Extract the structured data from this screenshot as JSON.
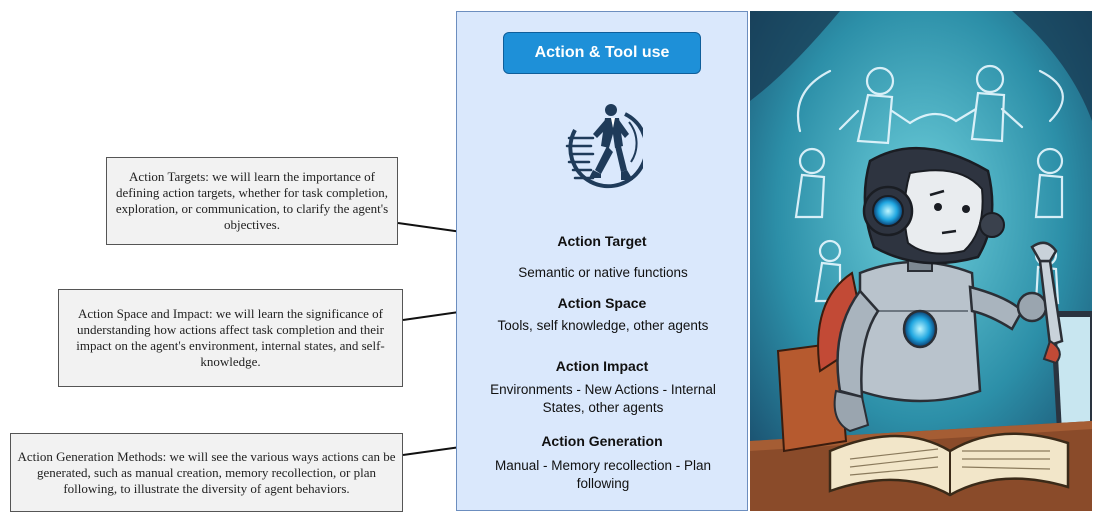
{
  "panel": {
    "title": "Action & Tool use",
    "sections": [
      {
        "heading": "Action Target",
        "description": "Semantic or native functions"
      },
      {
        "heading": "Action Space",
        "description": "Tools, self knowledge, other agents"
      },
      {
        "heading": "Action Impact",
        "description": "Environments - New Actions - Internal States, other agents"
      },
      {
        "heading": "Action Generation",
        "description": "Manual - Memory recollection - Plan following"
      }
    ]
  },
  "notes": [
    {
      "text": "Action Targets: we will learn the importance of defining action targets, whether for task completion, exploration, or communication, to clarify the agent's objectives."
    },
    {
      "text": "Action Space and Impact: we will learn the significance of understanding how actions affect task completion and their impact on the agent's environment, internal states, and self-knowledge."
    },
    {
      "text": "Action Generation Methods: we will see the various ways actions can be generated, such as manual creation, memory recollection, or plan following, to illustrate the diversity of agent behaviors."
    }
  ],
  "colors": {
    "panel_bg": "#dae8fc",
    "panel_border": "#6c8ebf",
    "button": "#1e90d8",
    "note_bg": "#f2f2f2"
  }
}
